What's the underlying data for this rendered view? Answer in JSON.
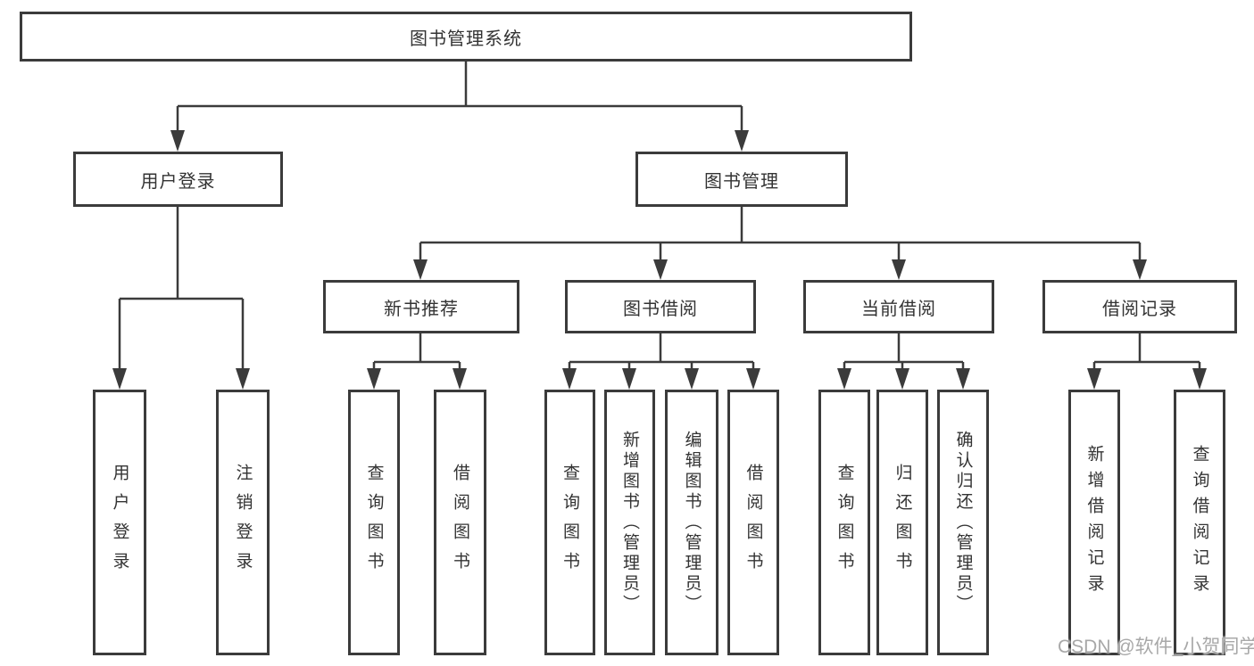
{
  "diagram": {
    "root": {
      "label": "图书管理系统"
    },
    "level2": [
      {
        "label": "用户登录"
      },
      {
        "label": "图书管理"
      }
    ],
    "level3": [
      {
        "label": "新书推荐"
      },
      {
        "label": "图书借阅"
      },
      {
        "label": "当前借阅"
      },
      {
        "label": "借阅记录"
      }
    ],
    "leaves": [
      {
        "label": "用户登录"
      },
      {
        "label": "注销登录"
      },
      {
        "label": "查询图书"
      },
      {
        "label": "借阅图书"
      },
      {
        "label": "查询图书"
      },
      {
        "label": "新增图书（管理员）"
      },
      {
        "label": "编辑图书（管理员）"
      },
      {
        "label": "借阅图书"
      },
      {
        "label": "查询图书"
      },
      {
        "label": "归还图书"
      },
      {
        "label": "确认归还（管理员）"
      },
      {
        "label": "新增借阅记录"
      },
      {
        "label": "查询借阅记录"
      }
    ]
  },
  "watermark": {
    "text": "CSDN @软件_小贺同学"
  },
  "colors": {
    "line": "#3b3b3b",
    "text": "#333333",
    "background": "#ffffff",
    "watermark": "#a8a8a8"
  }
}
